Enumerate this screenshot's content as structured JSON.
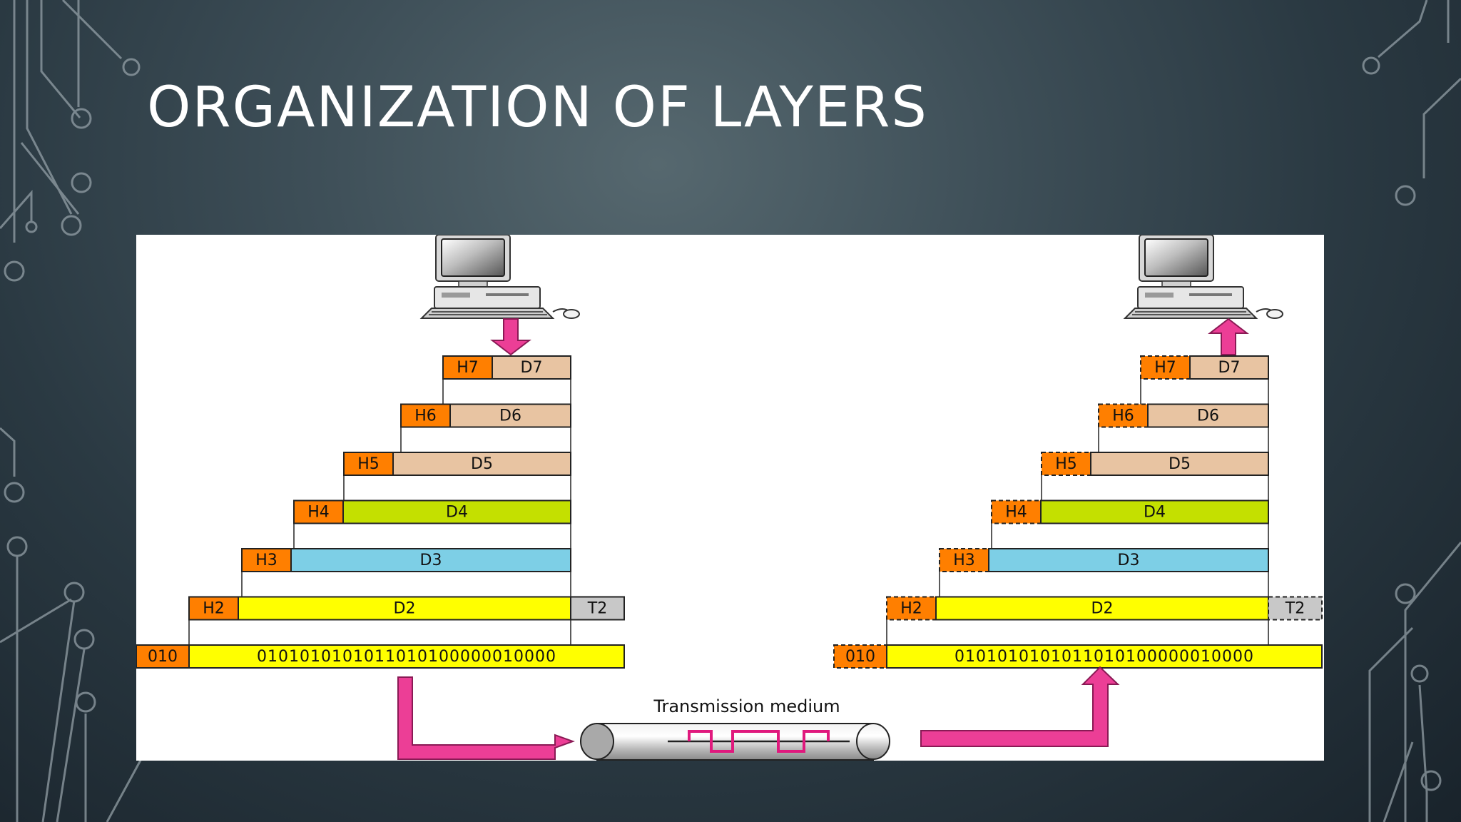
{
  "slide": {
    "title": "ORGANIZATION OF LAYERS"
  },
  "diagram": {
    "sender_layers": [
      {
        "header": "H7",
        "data": "D7",
        "data_color": "#e8c4a2"
      },
      {
        "header": "H6",
        "data": "D6",
        "data_color": "#e8c4a2"
      },
      {
        "header": "H5",
        "data": "D5",
        "data_color": "#e8c4a2"
      },
      {
        "header": "H4",
        "data": "D4",
        "data_color": "#c4e000"
      },
      {
        "header": "H3",
        "data": "D3",
        "data_color": "#7dcfe6"
      },
      {
        "header": "H2",
        "data": "D2",
        "data_color": "#ffff00",
        "trailer": "T2"
      }
    ],
    "receiver_layers": [
      {
        "header": "H7",
        "data": "D7",
        "data_color": "#e8c4a2"
      },
      {
        "header": "H6",
        "data": "D6",
        "data_color": "#e8c4a2"
      },
      {
        "header": "H5",
        "data": "D5",
        "data_color": "#e8c4a2"
      },
      {
        "header": "H4",
        "data": "D4",
        "data_color": "#c4e000"
      },
      {
        "header": "H3",
        "data": "D3",
        "data_color": "#7dcfe6"
      },
      {
        "header": "H2",
        "data": "D2",
        "data_color": "#ffff00",
        "trailer": "T2"
      }
    ],
    "bit_prefix": "010",
    "bit_stream": "0101010101011010100000010000",
    "medium_label": "Transmission medium",
    "colors": {
      "header": "#ff7f00",
      "trailer": "#c8c8c8",
      "bits": "#ffff00",
      "arrow": "#ec3e96",
      "panel": "#ffffff"
    }
  }
}
